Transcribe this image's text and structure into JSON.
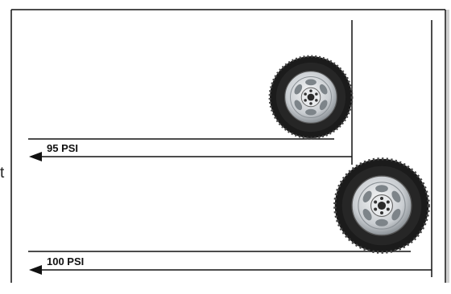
{
  "edge_fragment": "t",
  "tires": [
    {
      "pressure_label": "95 PSI"
    },
    {
      "pressure_label": "100 PSI"
    }
  ],
  "colors": {
    "ink": "#111111",
    "tread": "#1a1a1a",
    "rim": "#cfd3d6",
    "rim_dark": "#6d7378"
  }
}
